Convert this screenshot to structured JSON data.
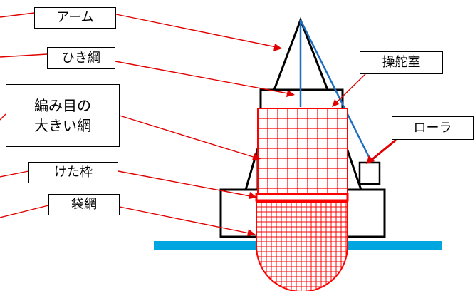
{
  "labels": {
    "arm": "アーム",
    "rope": "ひき綱",
    "coarse_net_line1": "編み目の",
    "coarse_net_line2": "大きい網",
    "frame": "けた枠",
    "bag_net": "袋網",
    "wheelhouse": "操舵室",
    "roller": "ローラ"
  },
  "colors": {
    "leader_line": "#e00000",
    "net": "#ff0000",
    "water": "#00a6e0",
    "hull": "#000000",
    "rope": "#1f6fc0"
  }
}
